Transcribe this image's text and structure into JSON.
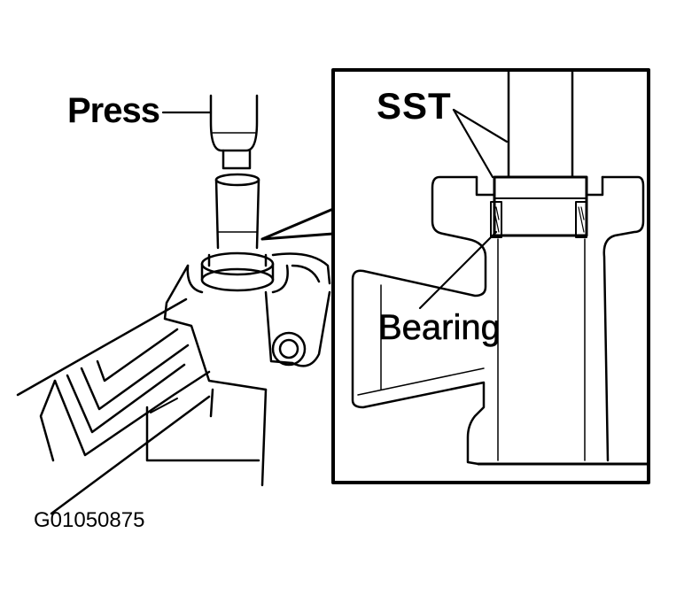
{
  "labels": {
    "press": "Press",
    "sst": "SST",
    "bearing": "Bearing",
    "figure_code": "G01050875"
  },
  "colors": {
    "line": "#000000",
    "background": "#ffffff"
  }
}
